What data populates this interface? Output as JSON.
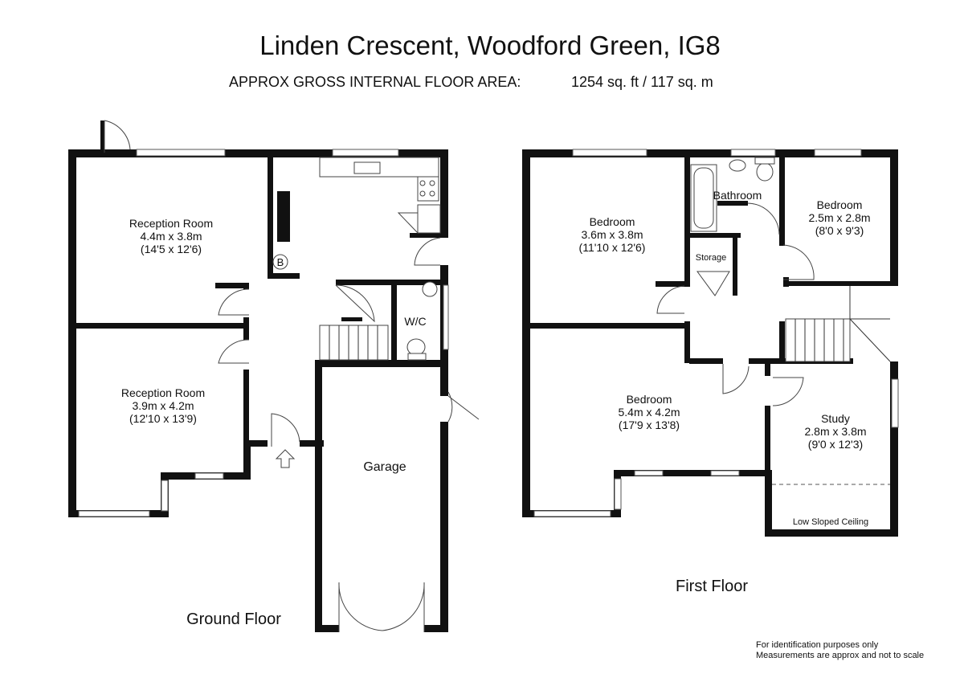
{
  "header": {
    "title": "Linden Crescent, Woodford Green, IG8",
    "area_label": "APPROX GROSS INTERNAL FLOOR AREA:",
    "area_value": "1254 sq. ft / 117 sq. m"
  },
  "ground_floor": {
    "label": "Ground Floor",
    "rooms": [
      {
        "name": "Reception Room",
        "metric": "4.4m x 3.8m",
        "imperial": "(14'5 x 12'6)"
      },
      {
        "name": "Reception Room",
        "metric": "3.9m x 4.2m",
        "imperial": "(12'10 x 13'9)"
      },
      {
        "name": "W/C"
      },
      {
        "name": "Garage"
      }
    ],
    "boiler_symbol": "B"
  },
  "first_floor": {
    "label": "First Floor",
    "rooms": [
      {
        "name": "Bedroom",
        "metric": "3.6m x 3.8m",
        "imperial": "(11'10 x 12'6)"
      },
      {
        "name": "Bathroom"
      },
      {
        "name": "Bedroom",
        "metric": "2.5m x 2.8m",
        "imperial": "(8'0 x 9'3)"
      },
      {
        "name": "Storage"
      },
      {
        "name": "Bedroom",
        "metric": "5.4m x 4.2m",
        "imperial": "(17'9 x 13'8)"
      },
      {
        "name": "Study",
        "metric": "2.8m x 3.8m",
        "imperial": "(9'0 x 12'3)"
      }
    ],
    "ceiling_note": "Low Sloped Ceiling"
  },
  "disclaimer": {
    "line1": "For identification purposes only",
    "line2": "Measurements are approx and not to scale"
  }
}
